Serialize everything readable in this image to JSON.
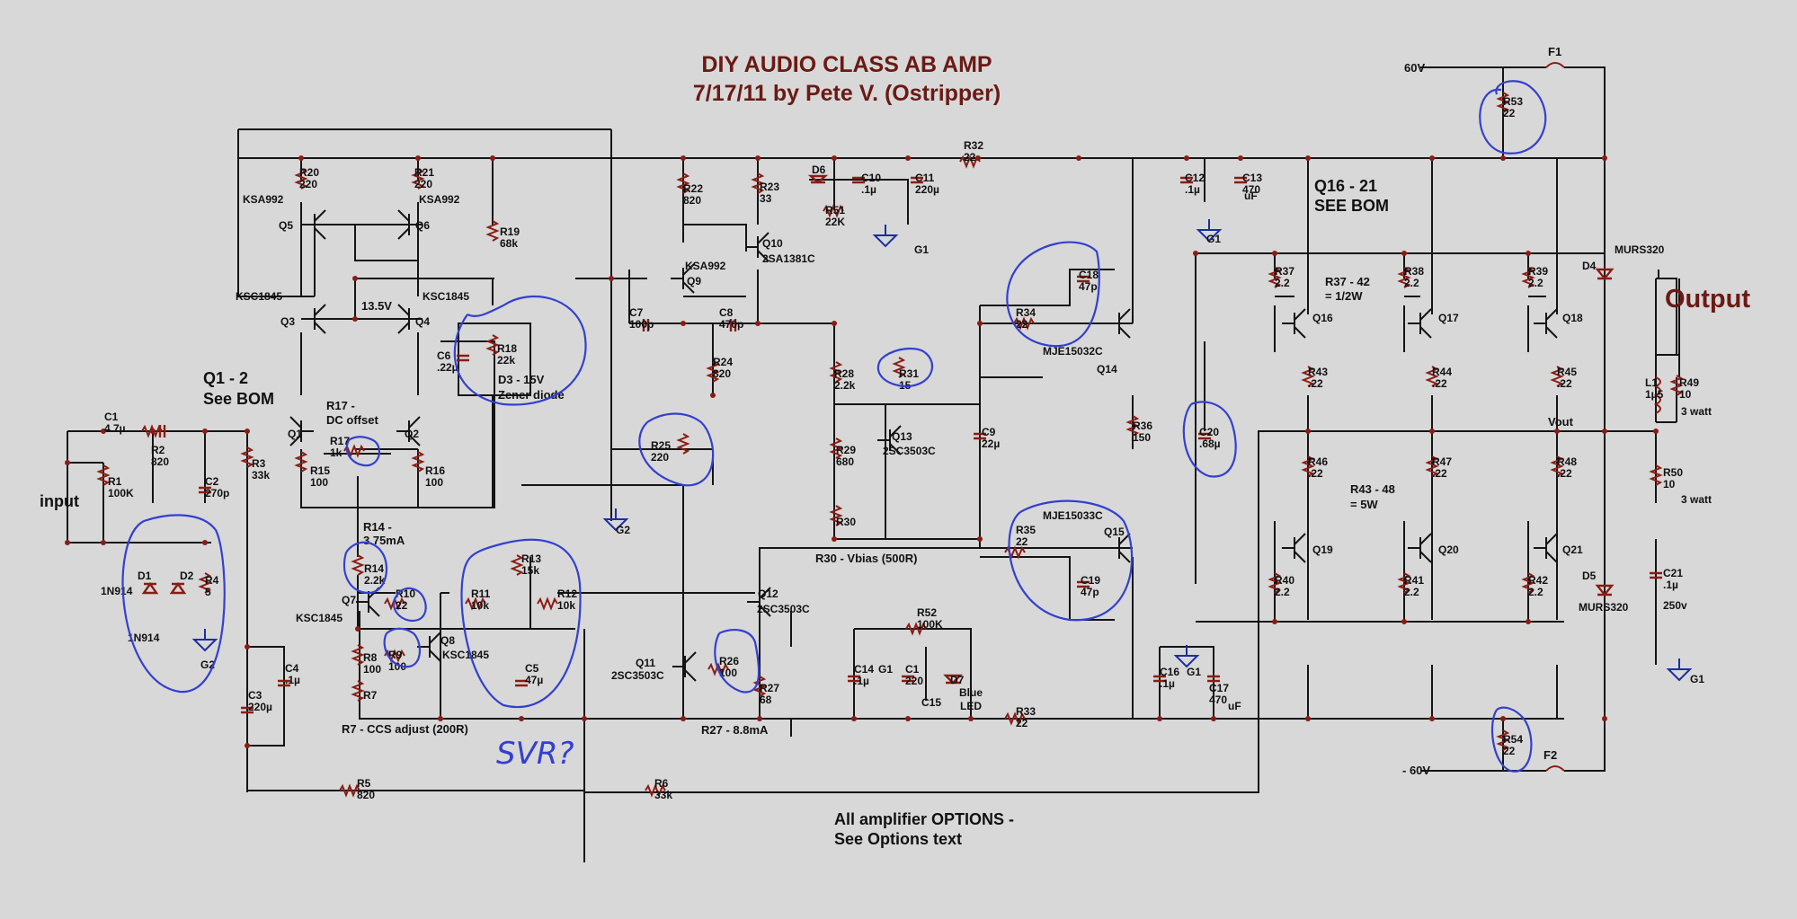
{
  "title": {
    "line1": "DIY AUDIO CLASS AB AMP",
    "line2": "7/17/11 by Pete V. (Ostripper)"
  },
  "colors": {
    "wire": "#141414",
    "component": "#8a1c14",
    "ground": "#1a2fa0",
    "annotation": "#3340d0",
    "title": "#6a1a14",
    "background": "#d8d8d8"
  },
  "rails": {
    "pos": "60V",
    "neg": "- 60V",
    "fuse_pos": "F1",
    "fuse_neg": "F2"
  },
  "notes": {
    "q1_2": "Q1 - 2",
    "q1_2_bom": "See BOM",
    "q16_21": "Q16 - 21",
    "q16_21_bom": "SEE  BOM",
    "input": "input",
    "output": "Output",
    "vout": "Vout",
    "options1": "All amplifier OPTIONS -",
    "options2": "See Options text",
    "r17_a": "R17 -",
    "r17_b": "DC offset",
    "r14_a": "R14 -",
    "r14_b": "3.75mA",
    "r7_note": "R7 - CCS adjust (200R)",
    "r27_note": "R27 - 8.8mA",
    "r30_note": "R30 - Vbias (500R)",
    "d3_a": "D3 - 15V",
    "d3_b": "Zener diode",
    "r37_a": "R37 - 42",
    "r37_b": "= 1/2W",
    "r43_a": "R43 - 48",
    "r43_b": "= 5W",
    "v13_5": "13.5V",
    "handwritten": "SVR?"
  },
  "labels": [
    {
      "t": "R20",
      "s": "220"
    },
    {
      "t": "R21",
      "s": "220"
    },
    {
      "t": "KSA992"
    },
    {
      "t": "KSA992"
    },
    {
      "t": "Q5"
    },
    {
      "t": "Q6"
    },
    {
      "t": "R19",
      "s": "68k"
    },
    {
      "t": "KSC1845"
    },
    {
      "t": "KSC1845"
    },
    {
      "t": "Q3"
    },
    {
      "t": "Q4"
    },
    {
      "t": "R22",
      "s": "820"
    },
    {
      "t": "R23",
      "s": "33"
    },
    {
      "t": "D6"
    },
    {
      "t": "C10",
      "s": ".1µ"
    },
    {
      "t": "C11",
      "s": "220µ"
    },
    {
      "t": "R51",
      "s": "22K"
    },
    {
      "t": "R32",
      "s": "22"
    },
    {
      "t": "C12",
      "s": ".1µ"
    },
    {
      "t": "C13",
      "s": "470"
    },
    {
      "t": "uF"
    },
    {
      "t": "Q10"
    },
    {
      "t": "2SA1381C"
    },
    {
      "t": "KSA992"
    },
    {
      "t": "Q9"
    },
    {
      "t": "C7",
      "s": "100p"
    },
    {
      "t": "C8",
      "s": "470p"
    },
    {
      "t": "C6",
      "s": ".22µ"
    },
    {
      "t": "R18",
      "s": "22k"
    },
    {
      "t": "R24",
      "s": "820"
    },
    {
      "t": "R28",
      "s": "2.2k"
    },
    {
      "t": "R31",
      "s": "15"
    },
    {
      "t": "R34",
      "s": "22"
    },
    {
      "t": "C18",
      "s": "47p"
    },
    {
      "t": "MJE15032C"
    },
    {
      "t": "Q14"
    },
    {
      "t": "R36",
      "s": "150"
    },
    {
      "t": "C20",
      "s": ".68µ"
    },
    {
      "t": "C9",
      "s": "22µ"
    },
    {
      "t": "Q13"
    },
    {
      "t": "2SC3503C"
    },
    {
      "t": "R29",
      "s": "680"
    },
    {
      "t": "R30"
    },
    {
      "t": "R25",
      "s": "220"
    },
    {
      "t": "G2"
    },
    {
      "t": "C1",
      "s": "4.7µ"
    },
    {
      "t": "R2",
      "s": "820"
    },
    {
      "t": "R1",
      "s": "100K"
    },
    {
      "t": "C2",
      "s": "270p"
    },
    {
      "t": "R3",
      "s": "33k"
    },
    {
      "t": "Q1"
    },
    {
      "t": "Q2"
    },
    {
      "t": "R17",
      "s": "1k"
    },
    {
      "t": "R15",
      "s": "100"
    },
    {
      "t": "R16",
      "s": "100"
    },
    {
      "t": "D1"
    },
    {
      "t": "D2"
    },
    {
      "t": "R4",
      "s": "5"
    },
    {
      "t": "1N914"
    },
    {
      "t": "1N914"
    },
    {
      "t": "G2"
    },
    {
      "t": "R14",
      "s": "2.2k"
    },
    {
      "t": "Q7"
    },
    {
      "t": "KSC1845"
    },
    {
      "t": "R10",
      "s": "22"
    },
    {
      "t": "R9",
      "s": "100"
    },
    {
      "t": "Q8"
    },
    {
      "t": "KSC1845"
    },
    {
      "t": "R8",
      "s": "100"
    },
    {
      "t": "R7"
    },
    {
      "t": "R11",
      "s": "10k"
    },
    {
      "t": "R13",
      "s": "15k"
    },
    {
      "t": "R12",
      "s": "10k"
    },
    {
      "t": "C5",
      "s": "47µ"
    },
    {
      "t": "C4",
      "s": ".1µ"
    },
    {
      "t": "C3",
      "s": "220µ"
    },
    {
      "t": "R5",
      "s": "820"
    },
    {
      "t": "R6",
      "s": "33k"
    },
    {
      "t": "Q12"
    },
    {
      "t": "2SC3503C"
    },
    {
      "t": "Q11"
    },
    {
      "t": "2SC3503C"
    },
    {
      "t": "R26",
      "s": "100"
    },
    {
      "t": "R27",
      "s": "68"
    },
    {
      "t": "R52",
      "s": "100K"
    },
    {
      "t": "C14",
      "s": ".1µ"
    },
    {
      "t": "G1"
    },
    {
      "t": "C1",
      "s": "220"
    },
    {
      "t": "C15"
    },
    {
      "t": "D7"
    },
    {
      "t": "Blue"
    },
    {
      "t": "LED"
    },
    {
      "t": "R33",
      "s": "22"
    },
    {
      "t": "C16",
      "s": ".1µ"
    },
    {
      "t": "G1"
    },
    {
      "t": "C17",
      "s": "470"
    },
    {
      "t": "uF"
    },
    {
      "t": "R35",
      "s": "22"
    },
    {
      "t": "MJE15033C"
    },
    {
      "t": "Q15"
    },
    {
      "t": "C19",
      "s": "47p"
    },
    {
      "t": "R37",
      "s": "2.2"
    },
    {
      "t": "R38",
      "s": "2.2"
    },
    {
      "t": "R39",
      "s": "2.2"
    },
    {
      "t": "Q16"
    },
    {
      "t": "Q17"
    },
    {
      "t": "Q18"
    },
    {
      "t": "R43",
      "s": ".22"
    },
    {
      "t": "R44",
      "s": ".22"
    },
    {
      "t": "R45",
      "s": ".22"
    },
    {
      "t": "R46",
      "s": ".22"
    },
    {
      "t": "R47",
      "s": ".22"
    },
    {
      "t": "R48",
      "s": ".22"
    },
    {
      "t": "Q19"
    },
    {
      "t": "Q20"
    },
    {
      "t": "Q21"
    },
    {
      "t": "R40",
      "s": "2.2"
    },
    {
      "t": "R41",
      "s": "2.2"
    },
    {
      "t": "R42",
      "s": "2.2"
    },
    {
      "t": "R53",
      "s": "22"
    },
    {
      "t": "R54",
      "s": "22"
    },
    {
      "t": "D4"
    },
    {
      "t": "MURS320"
    },
    {
      "t": "D5"
    },
    {
      "t": "MURS320"
    },
    {
      "t": "L1",
      "s": "1µ5"
    },
    {
      "t": "R49",
      "s": "10"
    },
    {
      "t": "3 watt"
    },
    {
      "t": "R50",
      "s": "10"
    },
    {
      "t": "3 watt"
    },
    {
      "t": "C21",
      "s": ".1µ"
    },
    {
      "t": "250v"
    },
    {
      "t": "G1"
    },
    {
      "t": "G1"
    },
    {
      "t": "G1"
    }
  ]
}
